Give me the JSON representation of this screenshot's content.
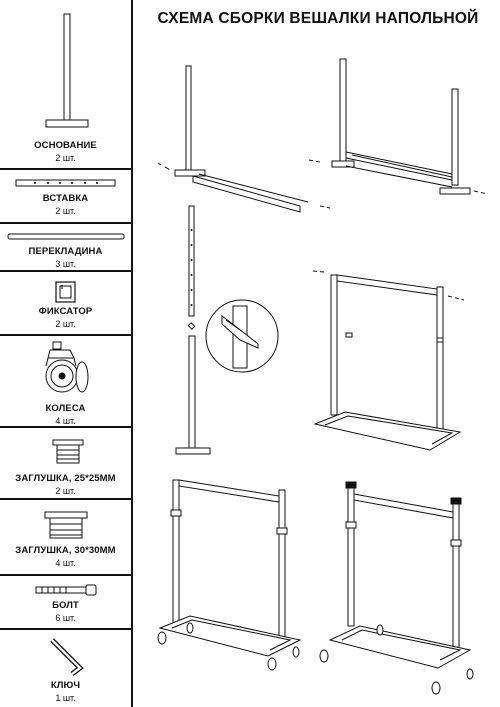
{
  "title": "СХЕМА СБОРКИ ВЕШАЛКИ НАПОЛЬНОЙ",
  "parts": [
    {
      "name": "ОСНОВАНИЕ",
      "qty": "2 шт."
    },
    {
      "name": "ВСТАВКА",
      "qty": "2 шт."
    },
    {
      "name": "ПЕРЕКЛАДИНА",
      "qty": "3 шт."
    },
    {
      "name": "ФИКСАТОР",
      "qty": "2 шт."
    },
    {
      "name": "КОЛЕСА",
      "qty": "4 шт."
    },
    {
      "name": "ЗАГЛУШКА, 25*25ММ",
      "qty": "2 шт."
    },
    {
      "name": "ЗАГЛУШКА, 30*30ММ",
      "qty": "4 шт."
    },
    {
      "name": "БОЛТ",
      "qty": "6 шт."
    },
    {
      "name": "КЛЮЧ",
      "qty": "1 шт."
    }
  ],
  "steps": [
    {
      "id": 1
    },
    {
      "id": 2
    },
    {
      "id": 3
    },
    {
      "id": 4
    },
    {
      "id": 5
    },
    {
      "id": 6
    }
  ]
}
